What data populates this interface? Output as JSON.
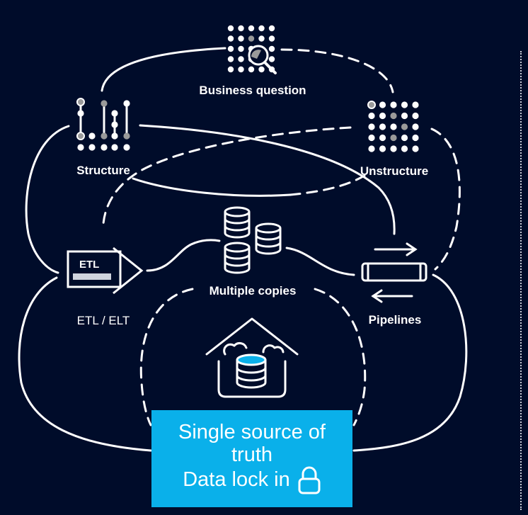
{
  "nodes": {
    "business_question": "Business question",
    "structure": "Structure",
    "unstructure": "Unstructure",
    "etl_icon_text": "ETL",
    "etl_elt": "ETL / ELT",
    "multiple_copies": "Multiple copies",
    "pipelines": "Pipelines"
  },
  "callout": {
    "line1": "Single source of",
    "line2": "truth",
    "line3": "Data lock in"
  },
  "colors": {
    "background": "#000c2a",
    "accent": "#0ab0ea",
    "line": "#ffffff",
    "highlight": "#9a9a9a"
  },
  "icons": [
    "magnifier-grid-icon",
    "structure-icon",
    "unstructure-grid-icon",
    "etl-icon",
    "database-stack-icon",
    "pipeline-icon",
    "house-cloud-database-icon",
    "lock-icon"
  ]
}
